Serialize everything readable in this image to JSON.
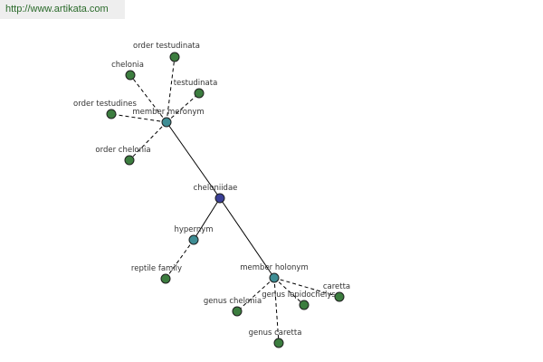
{
  "header": {
    "url_text": "http://www.artikata.com"
  },
  "colors": {
    "root_node": "#3a3f96",
    "relation_node": "#3e8d94",
    "leaf_node": "#3c7d3f",
    "url_text": "#2a6a2a"
  },
  "graph": {
    "root": {
      "label": "cheloniidae"
    },
    "relations": [
      {
        "id": "meronym",
        "label": "member meronym",
        "terms": [
          "order testudinata",
          "chelonia",
          "testudinata",
          "order testudines",
          "order chelonia"
        ]
      },
      {
        "id": "hypernym",
        "label": "hypernym",
        "terms": [
          "reptile family"
        ]
      },
      {
        "id": "holonym",
        "label": "member holonym",
        "terms": [
          "caretta",
          "genus lepidochelys",
          "genus chelonia",
          "genus caretta"
        ]
      }
    ]
  }
}
